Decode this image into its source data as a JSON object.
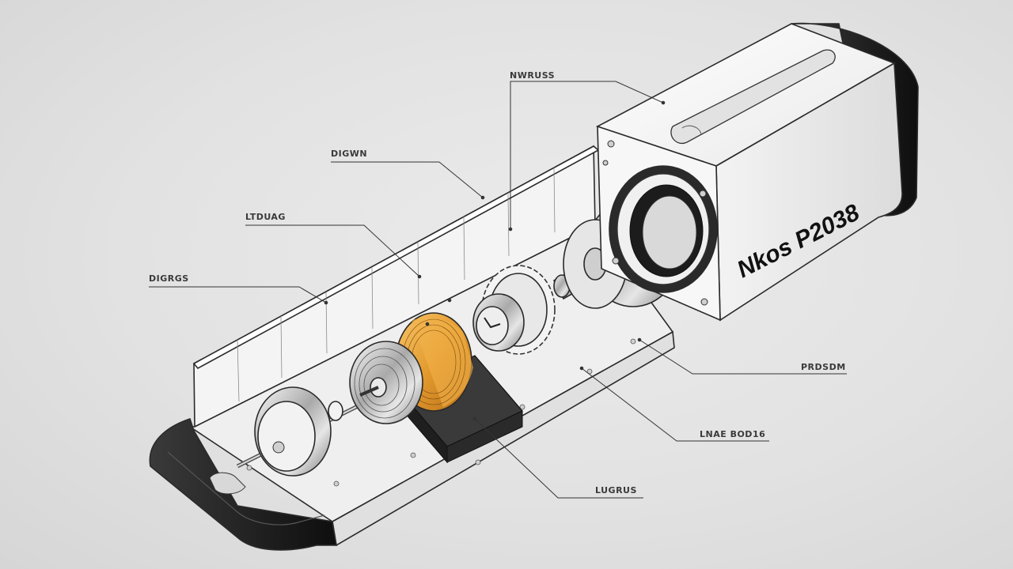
{
  "brand": {
    "text": "Nkos P2038"
  },
  "callouts": [
    {
      "id": "callout-top",
      "text": "NWRUSS"
    },
    {
      "id": "callout-2",
      "text": "DIGWN"
    },
    {
      "id": "callout-3",
      "text": "LTDUAG"
    },
    {
      "id": "callout-4",
      "text": "DIGRGS"
    },
    {
      "id": "callout-5",
      "text": "PRDSDM"
    },
    {
      "id": "callout-6",
      "text": "LNAE BOD16"
    },
    {
      "id": "callout-7",
      "text": "LUGRUS"
    }
  ],
  "colors": {
    "background": "#e2e2e2",
    "housing": "#f6f6f6",
    "cap": "#1a1a1a",
    "coil_accent": "#e8a23a",
    "metal": "#b9b9b9"
  }
}
